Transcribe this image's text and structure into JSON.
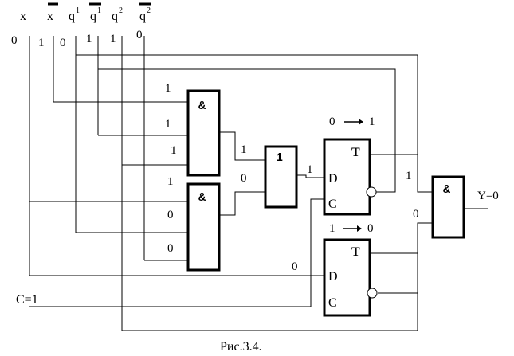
{
  "inputs": {
    "x": "x",
    "x_bar": "x",
    "q1": "q",
    "q1_sup": "1",
    "q1_bar": "q",
    "q1_bar_sup": "1",
    "q2": "q",
    "q2_sup": "2",
    "q2_bar": "q",
    "q2_bar_sup": "2"
  },
  "input_values": [
    "0",
    "1",
    "0",
    "1",
    "1",
    "0"
  ],
  "gates": {
    "and_top": "&",
    "and_bottom": "&",
    "or_gate": "1",
    "and_out": "&"
  },
  "gate_inputs": {
    "and_top": [
      "1",
      "1",
      "1"
    ],
    "and_bottom": [
      "1",
      "0",
      "0"
    ],
    "or_gate": [
      "1",
      "0"
    ],
    "or_out": "1",
    "and_out": [
      "1",
      "0"
    ],
    "trigger2_d": "0"
  },
  "triggers": {
    "t1_label": "T",
    "t1_d": "D",
    "t1_c": "C",
    "t1_transition": {
      "from": "0",
      "to": "1"
    },
    "t2_label": "T",
    "t2_d": "D",
    "t2_c": "C",
    "t2_transition": {
      "from": "1",
      "to": "0"
    }
  },
  "clock_label": "C=1",
  "output_label": "Y=0",
  "caption": "Рис.3.4."
}
